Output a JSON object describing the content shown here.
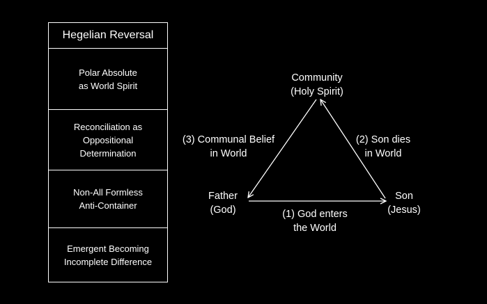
{
  "table": {
    "header": "Hegelian Reversal",
    "rows": [
      "Polar Absolute\nas World Spirit",
      "Reconciliation as\nOppositional\nDetermination",
      "Non-All Formless\nAnti-Container",
      "Emergent Becoming\nIncomplete Difference"
    ]
  },
  "diagram": {
    "nodes": {
      "community": "Community\n(Holy Spirit)",
      "father": "Father\n(God)",
      "son": "Son\n(Jesus)"
    },
    "edges": {
      "father_to_son": "(1) God enters\nthe World",
      "son_to_community": "(2) Son dies\nin World",
      "community_to_father": "(3) Communal Belief\nin World"
    }
  },
  "colors": {
    "background": "#000000",
    "foreground": "#ffffff"
  }
}
